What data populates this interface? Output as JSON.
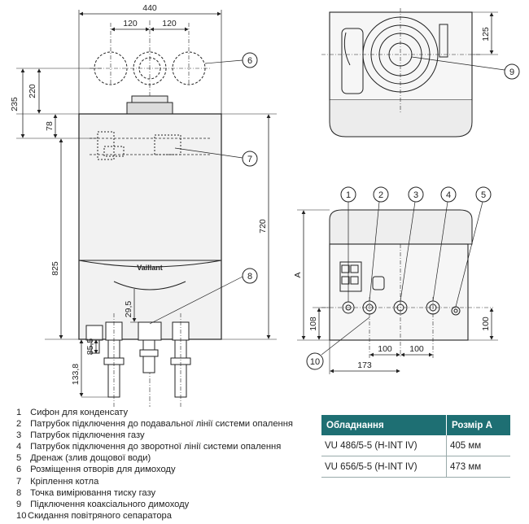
{
  "dimensions": {
    "width_total": "440",
    "spacing_left": "120",
    "spacing_right": "120",
    "height_235": "235",
    "height_220": "220",
    "height_78": "78",
    "height_720": "720",
    "height_825": "825",
    "height_29_5": "29,5",
    "height_85_5": "85,5",
    "height_133_8": "133,8",
    "height_125": "125",
    "dim_a": "A",
    "height_108": "108",
    "height_100": "100",
    "spacing_100_a": "100",
    "spacing_100_b": "100",
    "width_173": "173"
  },
  "brand": "Vaillant",
  "callouts": [
    "1",
    "2",
    "3",
    "4",
    "5",
    "6",
    "7",
    "8",
    "9",
    "10"
  ],
  "legend": [
    {
      "num": "1",
      "text": "Сифон для конденсату"
    },
    {
      "num": "2",
      "text": "Патрубок підключення до подавальної лінії системи опалення"
    },
    {
      "num": "3",
      "text": "Патрубок підключення газу"
    },
    {
      "num": "4",
      "text": "Патрубок підключення до зворотної лінії системи опалення"
    },
    {
      "num": "5",
      "text": "Дренаж (злив дощової води)"
    },
    {
      "num": "6",
      "text": "Розміщення отворів для димоходу"
    },
    {
      "num": "7",
      "text": "Кріплення котла"
    },
    {
      "num": "8",
      "text": "Точка вимірювання тиску газу"
    },
    {
      "num": "9",
      "text": "Підключення коаксіального димоходу"
    },
    {
      "num": "10",
      "text": "Скидання повітряного сепаратора"
    }
  ],
  "table": {
    "headers": [
      "Обладнання",
      "Розмір А"
    ],
    "rows": [
      [
        "VU 486/5-5 (H-INT IV)",
        "405 мм"
      ],
      [
        "VU 656/5-5 (H-INT IV)",
        "473 мм"
      ]
    ]
  },
  "colors": {
    "table_header": "#1e6f73",
    "line": "#222222",
    "panel": "#f2f2f2"
  }
}
